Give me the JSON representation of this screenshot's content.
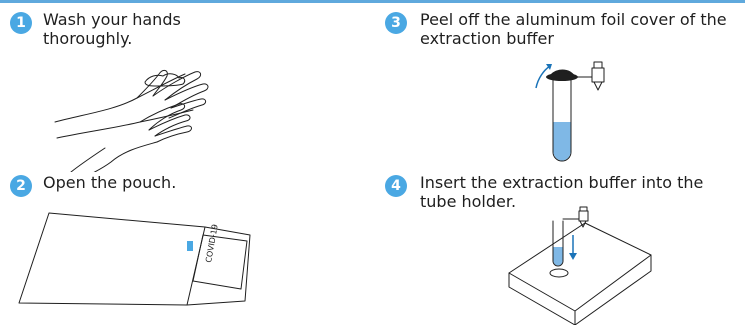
{
  "colors": {
    "accent": "#4aa8e3",
    "liquid": "#7fb8e6",
    "arrow": "#1a73b8"
  },
  "steps": [
    {
      "number": "1",
      "text": "Wash your hands thoroughly.",
      "line1": "Wash your hands",
      "line2": "thoroughly."
    },
    {
      "number": "2",
      "text": "Open the pouch.",
      "line1": "Open the pouch.",
      "line2": ""
    },
    {
      "number": "3",
      "text": "Peel off the aluminum foil cover of the extraction buffer",
      "line1": "Peel off the aluminum foil cover of the",
      "line2": "extraction buffer"
    },
    {
      "number": "4",
      "text": "Insert the extraction buffer into the tube holder.",
      "line1": "Insert the extraction buffer into the",
      "line2": "tube holder."
    }
  ],
  "pouch_label": "COVID-19"
}
